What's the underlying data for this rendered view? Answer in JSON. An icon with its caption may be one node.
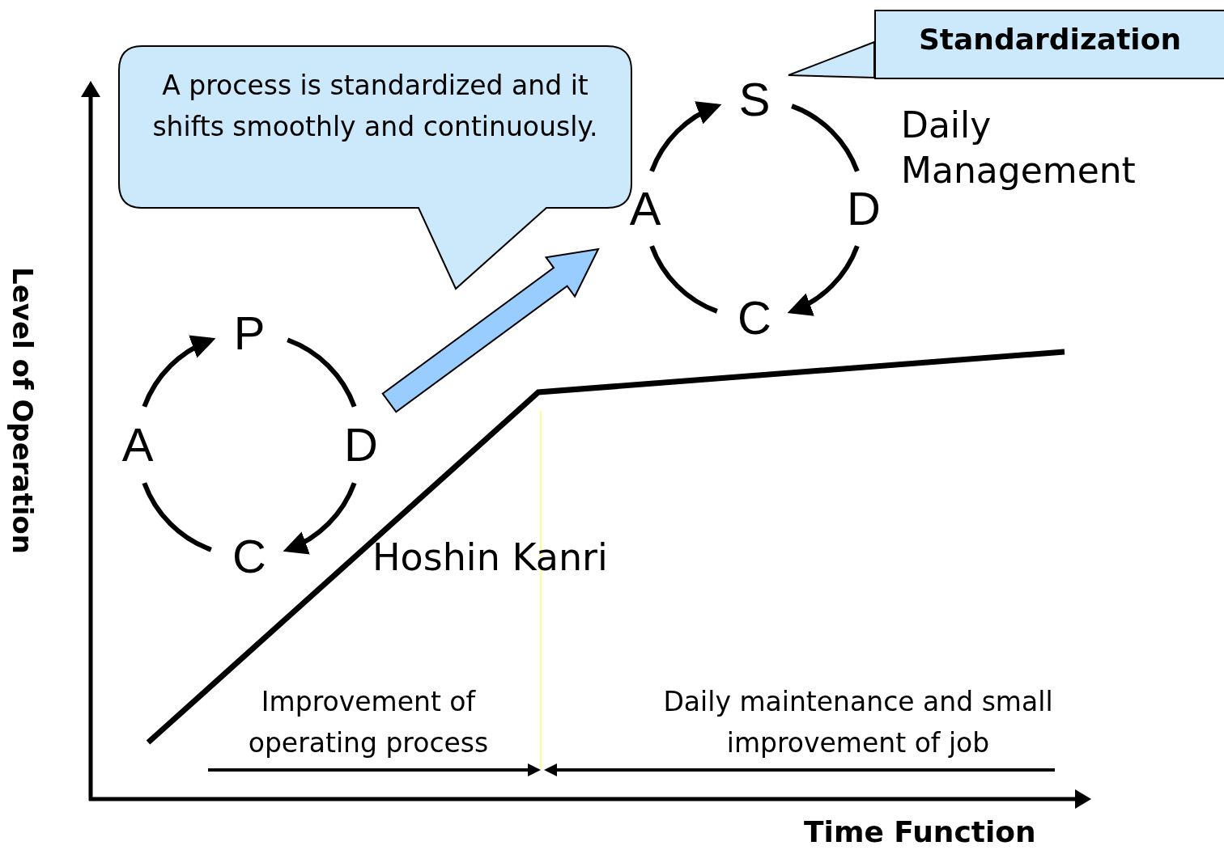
{
  "diagram": {
    "nodes": [
      {
        "text": [
          "A process is standardized and it shifts smoothly and continuously."
        ]
      },
      {
        "text": [
          "Standardization"
        ]
      },
      {
        "text": [
          "S"
        ]
      },
      {
        "text": [
          "D"
        ]
      },
      {
        "text": [
          "C"
        ]
      },
      {
        "text": [
          "A"
        ]
      },
      {
        "text": [
          "P"
        ]
      },
      {
        "text": [
          "D"
        ]
      },
      {
        "text": [
          "C"
        ]
      },
      {
        "text": [
          "A"
        ]
      }
    ],
    "edges": [
      {
        "from": 1,
        "to": 2,
        "arrow": "none"
      },
      {
        "from": 2,
        "to": 3,
        "arrow": "none"
      },
      {
        "from": 3,
        "to": 4,
        "arrow": "to"
      },
      {
        "from": 4,
        "to": 5,
        "arrow": "none"
      },
      {
        "from": 5,
        "to": 2,
        "arrow": "to"
      },
      {
        "from": 6,
        "to": 7,
        "arrow": "none"
      },
      {
        "from": 7,
        "to": 8,
        "arrow": "to"
      },
      {
        "from": 8,
        "to": 9,
        "arrow": "none"
      },
      {
        "from": 9,
        "to": 6,
        "arrow": "to"
      },
      {
        "from": 7,
        "to": 5,
        "arrow": "to",
        "style": "thick",
        "color": "#99ccff"
      }
    ],
    "labels": [
      "Daily Management",
      "Level of Operation",
      "Hoshin Kanri",
      "Improvement of operating process",
      "Daily maintenance and small improvement of job",
      "Time Function"
    ]
  }
}
